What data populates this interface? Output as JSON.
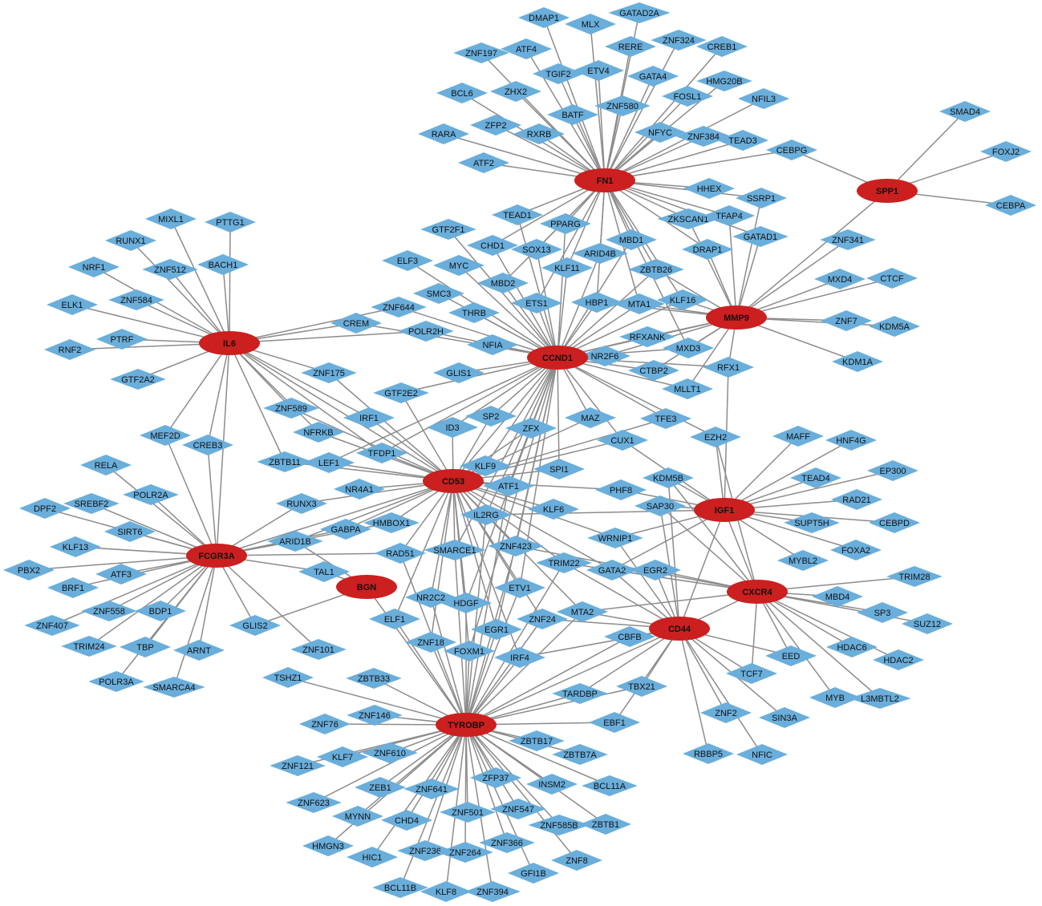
{
  "colors": {
    "hub": "#cc1f1f",
    "tf": "#6aaedb",
    "edge": "#8c8c8c",
    "label": "#111111"
  },
  "node_shapes": {
    "hub": "ellipse",
    "tf": "diamond"
  },
  "hubs": [
    "FN1",
    "SPP1",
    "IL6",
    "CCND1",
    "MMP9",
    "CD53",
    "IGF1",
    "FCGR3A",
    "BGN",
    "CXCR4",
    "CD44",
    "TYROBP"
  ],
  "nodes": [
    "DMAP1",
    "GATAD2A",
    "MLX",
    "RERE",
    "ZNF324",
    "CREB1",
    "ZNF197",
    "ATF4",
    "TGIF2",
    "ETV4",
    "GATA4",
    "HMG20B",
    "BCL6",
    "ZHX2",
    "FOSL1",
    "NFIL3",
    "ZNF580",
    "BATF",
    "SMAD4",
    "ZFP2",
    "RARA",
    "RXRB",
    "NFYC",
    "ZNF384",
    "TEAD3",
    "CEBPG",
    "FOXJ2",
    "ATF2",
    "HHEX",
    "SSRP1",
    "CEBPA",
    "MIXL1",
    "PTTG1",
    "TEAD1",
    "PPARG",
    "ZKSCAN1",
    "TFAP4",
    "GTF2F1",
    "RUNX1",
    "BACH1",
    "CHD1",
    "MBD1",
    "GATAD1",
    "ZNF341",
    "NRF1",
    "ZNF512",
    "SOX13",
    "ARID4B",
    "DRAP1",
    "ELF3",
    "KLF11",
    "ZBTB26",
    "MXD4",
    "CTCF",
    "ZNF584",
    "MYC",
    "SMC3",
    "MBD2",
    "ELK1",
    "ZNF644",
    "THRB",
    "ETS1",
    "HBP1",
    "MTA1",
    "KLF16",
    "ZNF7",
    "KDM5A",
    "CREM",
    "PTRF",
    "POLR2H",
    "RFXANK",
    "RNF2",
    "NFIA",
    "MXD3",
    "KDM1A",
    "GTF2A2",
    "GLIS1",
    "NR2F6",
    "CTBP2",
    "RFX1",
    "ZNF175",
    "MLLT1",
    "GTF2E2",
    "ZNF589",
    "IRF1",
    "SP2",
    "ID3",
    "ZFX",
    "MAZ",
    "TFE3",
    "EZH2",
    "MEF2D",
    "CREB3",
    "NFRKB",
    "CUX1",
    "MAFF",
    "HNF4G",
    "ZBTB11",
    "LEF1",
    "TFDP1",
    "KLF9",
    "RELA",
    "SPI1",
    "KDM5B",
    "EP300",
    "TEAD4",
    "NR4A1",
    "ATF1",
    "PHF8",
    "POLR2A",
    "DPF2",
    "SREBF2",
    "RUNX3",
    "IL2RG",
    "KLF6",
    "SAP30",
    "RAD21",
    "SIRT6",
    "CEBPD",
    "GABPA",
    "HMBOX1",
    "SUPT5H",
    "WRNIP1",
    "KLF13",
    "ARID1B",
    "ZNF423",
    "SMARCE1",
    "FOXA2",
    "RAD51",
    "MYBL2",
    "PBX2",
    "ATF3",
    "TAL1",
    "TRIM22",
    "GATA2",
    "EGR2",
    "BRF1",
    "TRIM28",
    "ETV1",
    "NR2C2",
    "MBD4",
    "HDGF",
    "BDP1",
    "ZNF558",
    "ZNF407",
    "MTA2",
    "ZNF24",
    "SP3",
    "SUZ12",
    "ELF1",
    "GLIS2",
    "EGR1",
    "CBFB",
    "TRIM24",
    "ZNF18",
    "ARNT",
    "TBP",
    "ZNF101",
    "FOXM1",
    "HDAC6",
    "EED",
    "IRF4",
    "HDAC2",
    "POLR3A",
    "SMARCA4",
    "TSHZ1",
    "ZBTB33",
    "TBX21",
    "TCF7",
    "MYB",
    "L3MBTL2",
    "TARDBP",
    "ZNF146",
    "ZNF2",
    "SIN3A",
    "EBF1",
    "ZNF76",
    "ZBTB17",
    "ZBTB7A",
    "KLF7",
    "ZNF610",
    "ZNF121",
    "RBBP5",
    "NFIC",
    "BCL11A",
    "INSM2",
    "ZFP37",
    "ZEB1",
    "ZNF641",
    "ZNF623",
    "ZNF547",
    "ZNF501",
    "ZBTB1",
    "MYNN",
    "CHD4",
    "ZNF585B",
    "HMGN3",
    "ZNF366",
    "HIC1",
    "ZNF236",
    "ZNF264",
    "GFI1B",
    "ZNF8",
    "BCL11B",
    "KLF8",
    "ZNF394"
  ]
}
